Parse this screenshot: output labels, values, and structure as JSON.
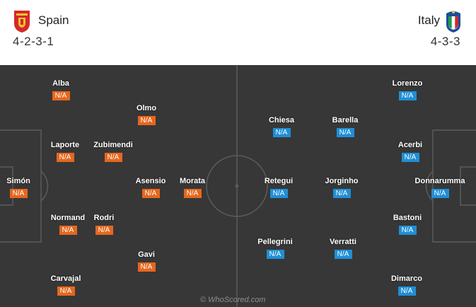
{
  "header": {
    "home": {
      "name": "Spain",
      "formation": "4-2-3-1",
      "crest_icon": "spain-crest-icon",
      "accent": "#e5671e"
    },
    "away": {
      "name": "Italy",
      "formation": "4-3-3",
      "crest_icon": "italy-crest-icon",
      "accent": "#1f8fd6"
    }
  },
  "pitch_color": "#373737",
  "home_players": [
    {
      "name": "Alba",
      "rating": "N/A"
    },
    {
      "name": "Olmo",
      "rating": "N/A"
    },
    {
      "name": "Laporte",
      "rating": "N/A"
    },
    {
      "name": "Zubimendi",
      "rating": "N/A"
    },
    {
      "name": "Simón",
      "rating": "N/A"
    },
    {
      "name": "Asensio",
      "rating": "N/A"
    },
    {
      "name": "Morata",
      "rating": "N/A"
    },
    {
      "name": "Normand",
      "rating": "N/A"
    },
    {
      "name": "Rodri",
      "rating": "N/A"
    },
    {
      "name": "Gavi",
      "rating": "N/A"
    },
    {
      "name": "Carvajal",
      "rating": "N/A"
    }
  ],
  "away_players": [
    {
      "name": "Lorenzo",
      "rating": "N/A"
    },
    {
      "name": "Chiesa",
      "rating": "N/A"
    },
    {
      "name": "Barella",
      "rating": "N/A"
    },
    {
      "name": "Acerbi",
      "rating": "N/A"
    },
    {
      "name": "Retegui",
      "rating": "N/A"
    },
    {
      "name": "Jorginho",
      "rating": "N/A"
    },
    {
      "name": "Donnarumma",
      "rating": "N/A"
    },
    {
      "name": "Bastoni",
      "rating": "N/A"
    },
    {
      "name": "Pellegrini",
      "rating": "N/A"
    },
    {
      "name": "Verratti",
      "rating": "N/A"
    },
    {
      "name": "Dimarco",
      "rating": "N/A"
    }
  ],
  "watermark": "© WhoScored.com"
}
